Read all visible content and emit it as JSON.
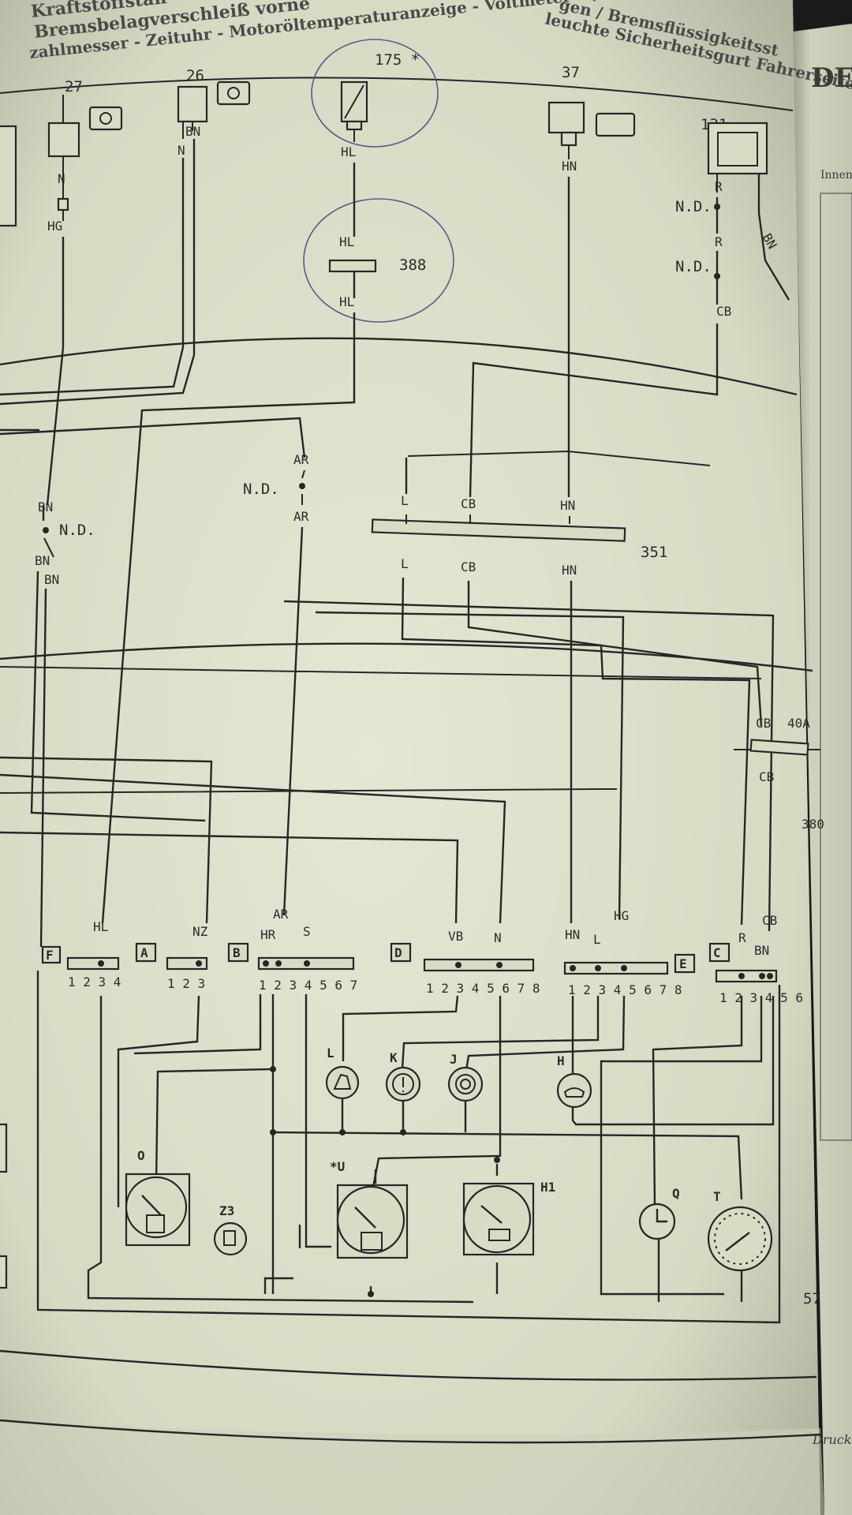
{
  "header": {
    "line1": "Kraftstoffstan",
    "line1_right": "gen / Bremsflüssigkeitsst",
    "line2": "Bremsbelagverschleiß vorne",
    "line2_right": "leuchte Sicherheitsgurt Fahrerseite",
    "line3": "zahlmesser - Zeituhr - Motoröltemperaturanzeige - Voltmeter - (Siehe Legende nach den Schaltplänen)"
  },
  "right_page": {
    "heading": "DE",
    "sub": "Innen",
    "footer": "Drucksche"
  },
  "components": {
    "c27": "27",
    "c26": "26",
    "c175": "175 *",
    "c388": "388",
    "c37": "37",
    "c131": "131",
    "c351": "351",
    "c40a": "40A",
    "c380": "380",
    "page_no": "57"
  },
  "wire_labels": {
    "hg": "HG",
    "n": "N",
    "bn": "BN",
    "hl": "HL",
    "hn": "HN",
    "r": "R",
    "nd": "N.D.",
    "cb": "CB",
    "ar": "AR",
    "l": "L",
    "nz": "NZ",
    "hr": "HR",
    "s": "S",
    "vb": "VB"
  },
  "connectors": {
    "F": {
      "letter": "F",
      "pins": "1 2 3 4"
    },
    "A": {
      "letter": "A",
      "pins": "1 2 3"
    },
    "B": {
      "letter": "B",
      "pins": "1 2 3 4 5 6 7"
    },
    "D": {
      "letter": "D",
      "pins": "1 2 3 4 5 6 7 8"
    },
    "E": {
      "letter": "E",
      "pins": "1 2 3 4 5 6 7 8"
    },
    "C": {
      "letter": "C",
      "pins": "1 2 3 4 5 6"
    }
  },
  "gauges": {
    "o": "O",
    "z3": "Z3",
    "u": "*U",
    "h1": "H1",
    "q": "Q",
    "t": "T"
  },
  "lamps": {
    "l": "L",
    "k": "K",
    "j": "J",
    "h": "H"
  }
}
